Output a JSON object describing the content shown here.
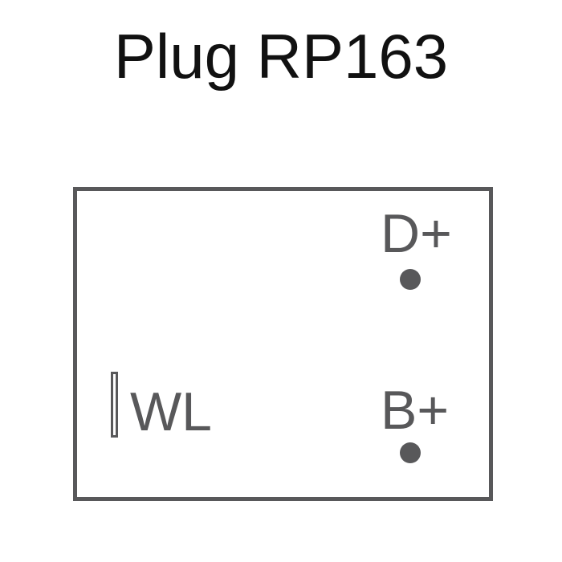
{
  "title": "Plug RP163",
  "pins": {
    "d_plus": "D+",
    "b_plus": "B+",
    "wl": "WL"
  },
  "colors": {
    "outline": "#58585a",
    "title_text": "#111111",
    "background": "#ffffff"
  }
}
